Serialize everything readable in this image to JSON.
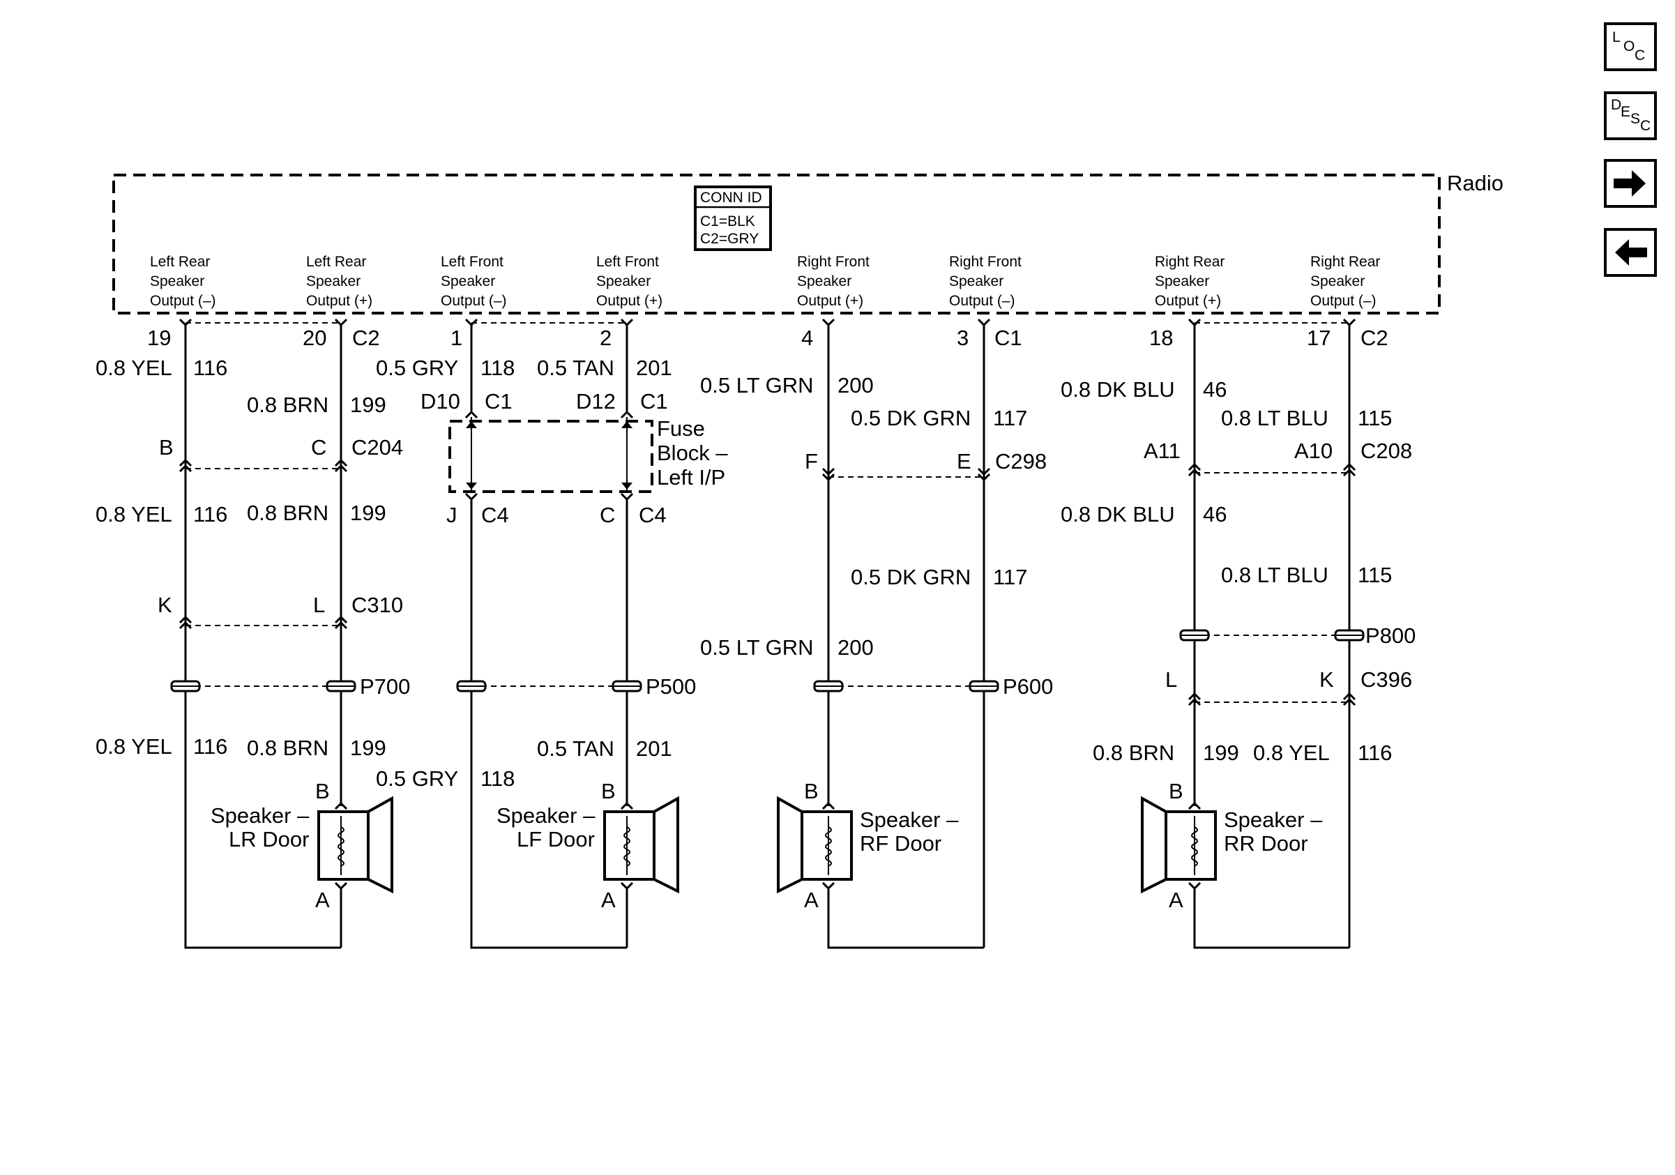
{
  "radio": {
    "label": "Radio",
    "conn_id": {
      "header": "CONN ID",
      "c1": "C1=BLK",
      "c2": "C2=GRY"
    },
    "outputs": [
      [
        "Left Rear",
        "Speaker",
        "Output (–)"
      ],
      [
        "Left Rear",
        "Speaker",
        "Output (+)"
      ],
      [
        "Left Front",
        "Speaker",
        "Output (–)"
      ],
      [
        "Left Front",
        "Speaker",
        "Output (+)"
      ],
      [
        "Right Front",
        "Speaker",
        "Output (+)"
      ],
      [
        "Right Front",
        "Speaker",
        "Output (–)"
      ],
      [
        "Right Rear",
        "Speaker",
        "Output (+)"
      ],
      [
        "Right Rear",
        "Speaker",
        "Output (–)"
      ]
    ],
    "pins": [
      "19",
      "20",
      "1",
      "2",
      "4",
      "3",
      "18",
      "17"
    ],
    "connectors": [
      "C2",
      "C1",
      "C1",
      "C2"
    ]
  },
  "wires": [
    "0.8 YEL",
    "116",
    "0.8 BRN",
    "199",
    "0.5 GRY",
    "118",
    "0.5 TAN",
    "201",
    "0.5 LT GRN",
    "200",
    "0.5 DK GRN",
    "117",
    "0.8 DK BLU",
    "46",
    "0.8 LT BLU",
    "115"
  ],
  "fuse_block": {
    "label": [
      "Fuse",
      "Block –",
      "Left I/P"
    ],
    "pins_top": [
      "D10",
      "C1",
      "D12",
      "C1"
    ],
    "pins_bottom": [
      "J",
      "C4",
      "C",
      "C4"
    ]
  },
  "connectors": {
    "c204": {
      "name": "C204",
      "pins": [
        "B",
        "C"
      ]
    },
    "c310": {
      "name": "C310",
      "pins": [
        "K",
        "L"
      ]
    },
    "c298": {
      "name": "C298",
      "pins": [
        "F",
        "E"
      ]
    },
    "c208": {
      "name": "C208",
      "pins": [
        "A11",
        "A10"
      ]
    },
    "c396": {
      "name": "C396",
      "pins": [
        "L",
        "K"
      ]
    }
  },
  "splices": [
    "P700",
    "P500",
    "P600",
    "P800"
  ],
  "speakers": [
    {
      "label": [
        "Speaker –",
        "LR Door"
      ],
      "pin_top": "B",
      "pin_bottom": "A"
    },
    {
      "label": [
        "Speaker –",
        "LF Door"
      ],
      "pin_top": "B",
      "pin_bottom": "A"
    },
    {
      "label": [
        "Speaker –",
        "RF Door"
      ],
      "pin_top": "B",
      "pin_bottom": "A"
    },
    {
      "label": [
        "Speaker –",
        "RR Door"
      ],
      "pin_top": "B",
      "pin_bottom": "A"
    }
  ],
  "nav": {
    "loc": [
      "L",
      "O",
      "C"
    ],
    "desc": [
      "D",
      "E",
      "S",
      "C"
    ],
    "next_icon": "arrow-right-icon",
    "prev_icon": "arrow-left-icon"
  },
  "colors": {
    "line": "#000000",
    "background": "#ffffff"
  }
}
